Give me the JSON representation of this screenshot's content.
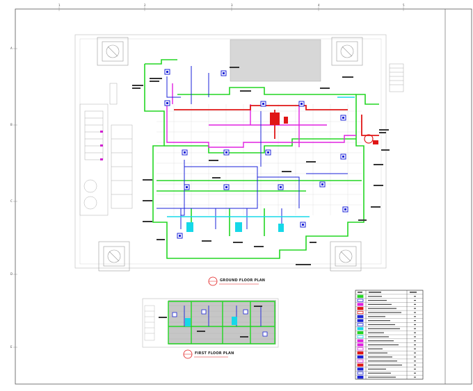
{
  "titles": {
    "ground": "GROUND FLOOR PLAN",
    "first": "FIRST FLOOR PLAN"
  },
  "grid_letters": [
    "A",
    "B",
    "C",
    "D",
    "E"
  ],
  "grid_numbers": [
    "1",
    "2",
    "3",
    "4",
    "5"
  ],
  "colors": {
    "green": "#22d622",
    "blue": "#1a22d8",
    "magenta": "#e020e0",
    "red": "#e01616",
    "cyan": "#16d8e8",
    "plan": "#b8b8b8"
  }
}
